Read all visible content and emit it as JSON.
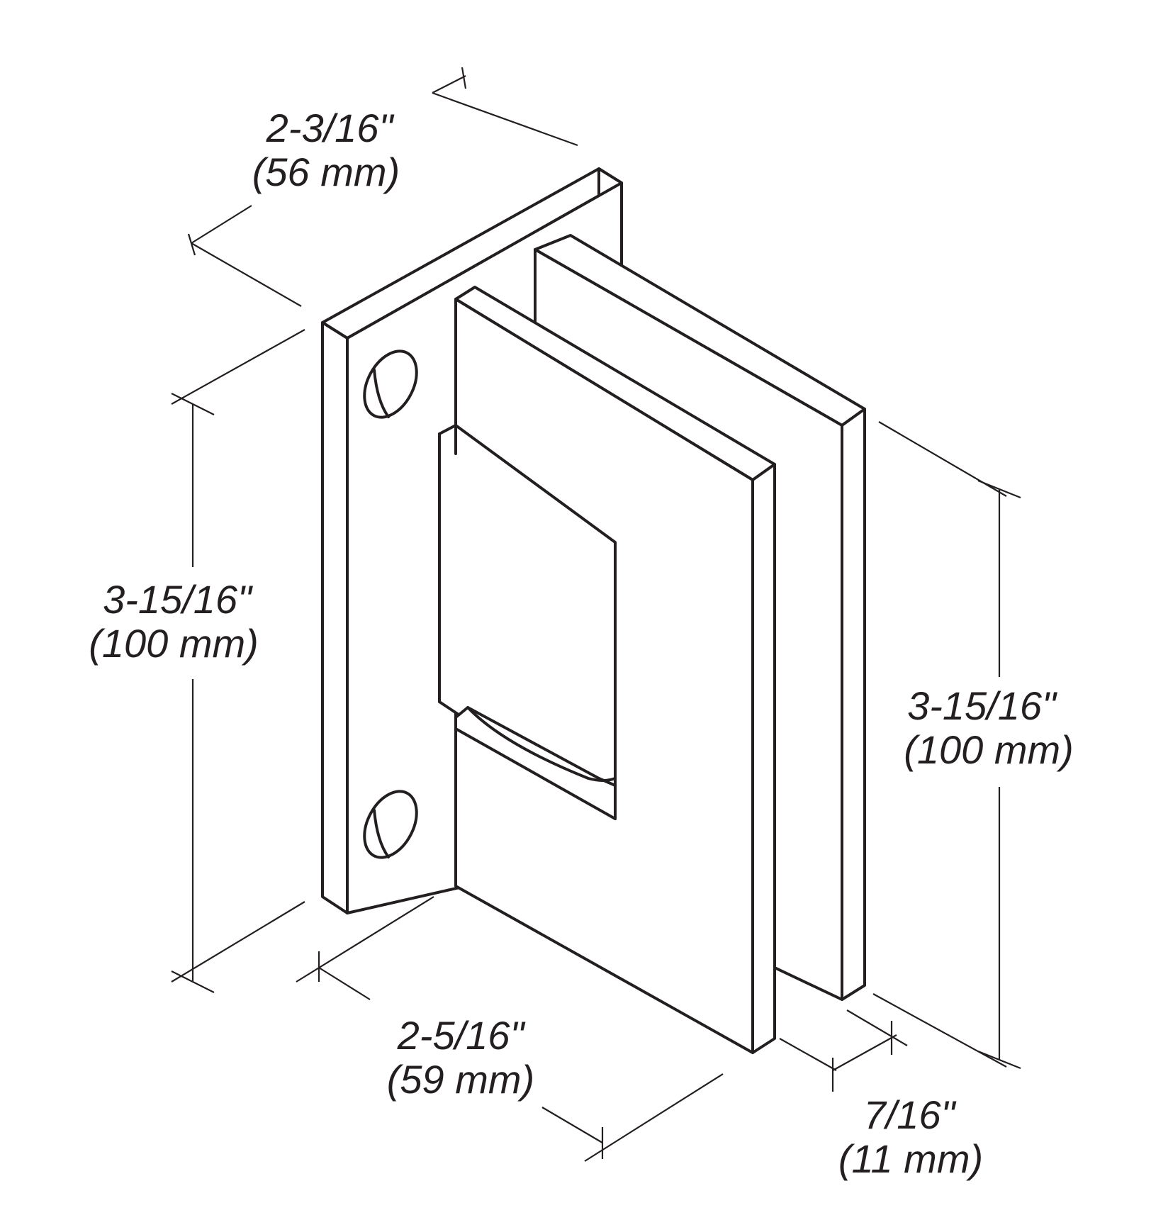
{
  "dimensions": {
    "top_width": {
      "imperial": "2-3/16\"",
      "metric": "(56 mm)"
    },
    "left_height": {
      "imperial": "3-15/16\"",
      "metric": "(100 mm)"
    },
    "right_height": {
      "imperial": "3-15/16\"",
      "metric": "(100 mm)"
    },
    "bottom_width": {
      "imperial": "2-5/16\"",
      "metric": "(59 mm)"
    },
    "thickness": {
      "imperial": "7/16\"",
      "metric": "(11 mm)"
    }
  },
  "colors": {
    "ink": "#231f20",
    "background": "#ffffff"
  }
}
